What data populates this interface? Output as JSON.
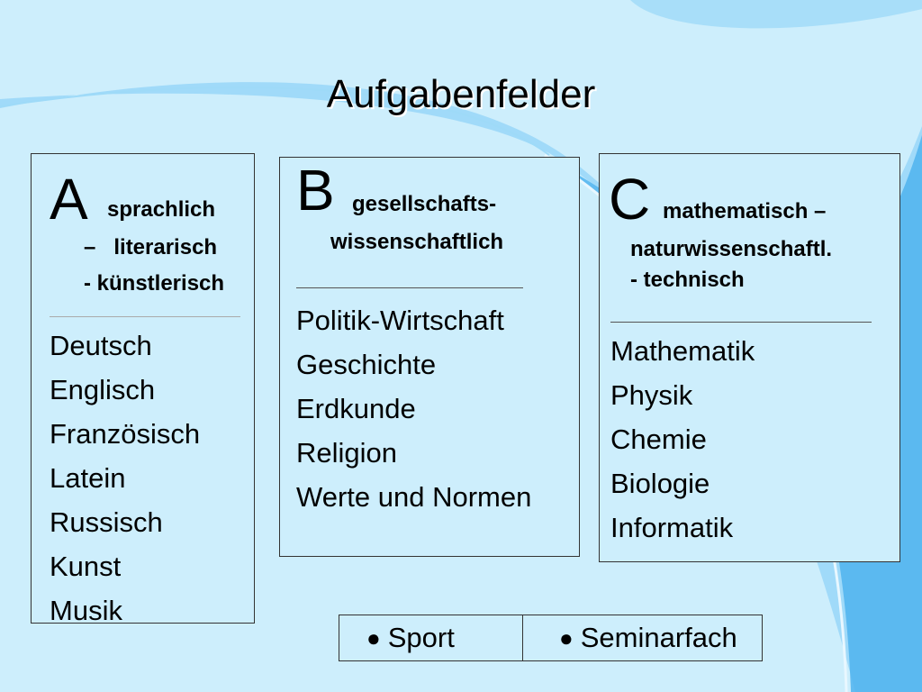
{
  "title": "Aufgabenfelder",
  "colors": {
    "background": "#cdeefc",
    "swoosh": "#58b8f2",
    "text": "#000000"
  },
  "fields": [
    {
      "letter": "A",
      "subtitle_lines": [
        "sprachlich",
        "–   literarisch",
        "- künstlerisch"
      ],
      "subjects": [
        "Deutsch",
        "Englisch",
        "Französisch",
        "Latein",
        "Russisch",
        "Kunst",
        "Musik"
      ]
    },
    {
      "letter": "B",
      "subtitle_lines": [
        "gesellschafts-",
        "wissenschaftlich"
      ],
      "subjects": [
        "Politik-Wirtschaft",
        "Geschichte",
        "Erdkunde",
        "Religion",
        "Werte und Normen"
      ]
    },
    {
      "letter": "C",
      "subtitle_lines": [
        "mathematisch –",
        "naturwissenschaftl.",
        "- technisch"
      ],
      "subjects": [
        "Mathematik",
        "Physik",
        "Chemie",
        "Biologie",
        "Informatik"
      ]
    }
  ],
  "bottom": {
    "bullet": "●",
    "left": "Sport",
    "right": "Seminarfach"
  }
}
